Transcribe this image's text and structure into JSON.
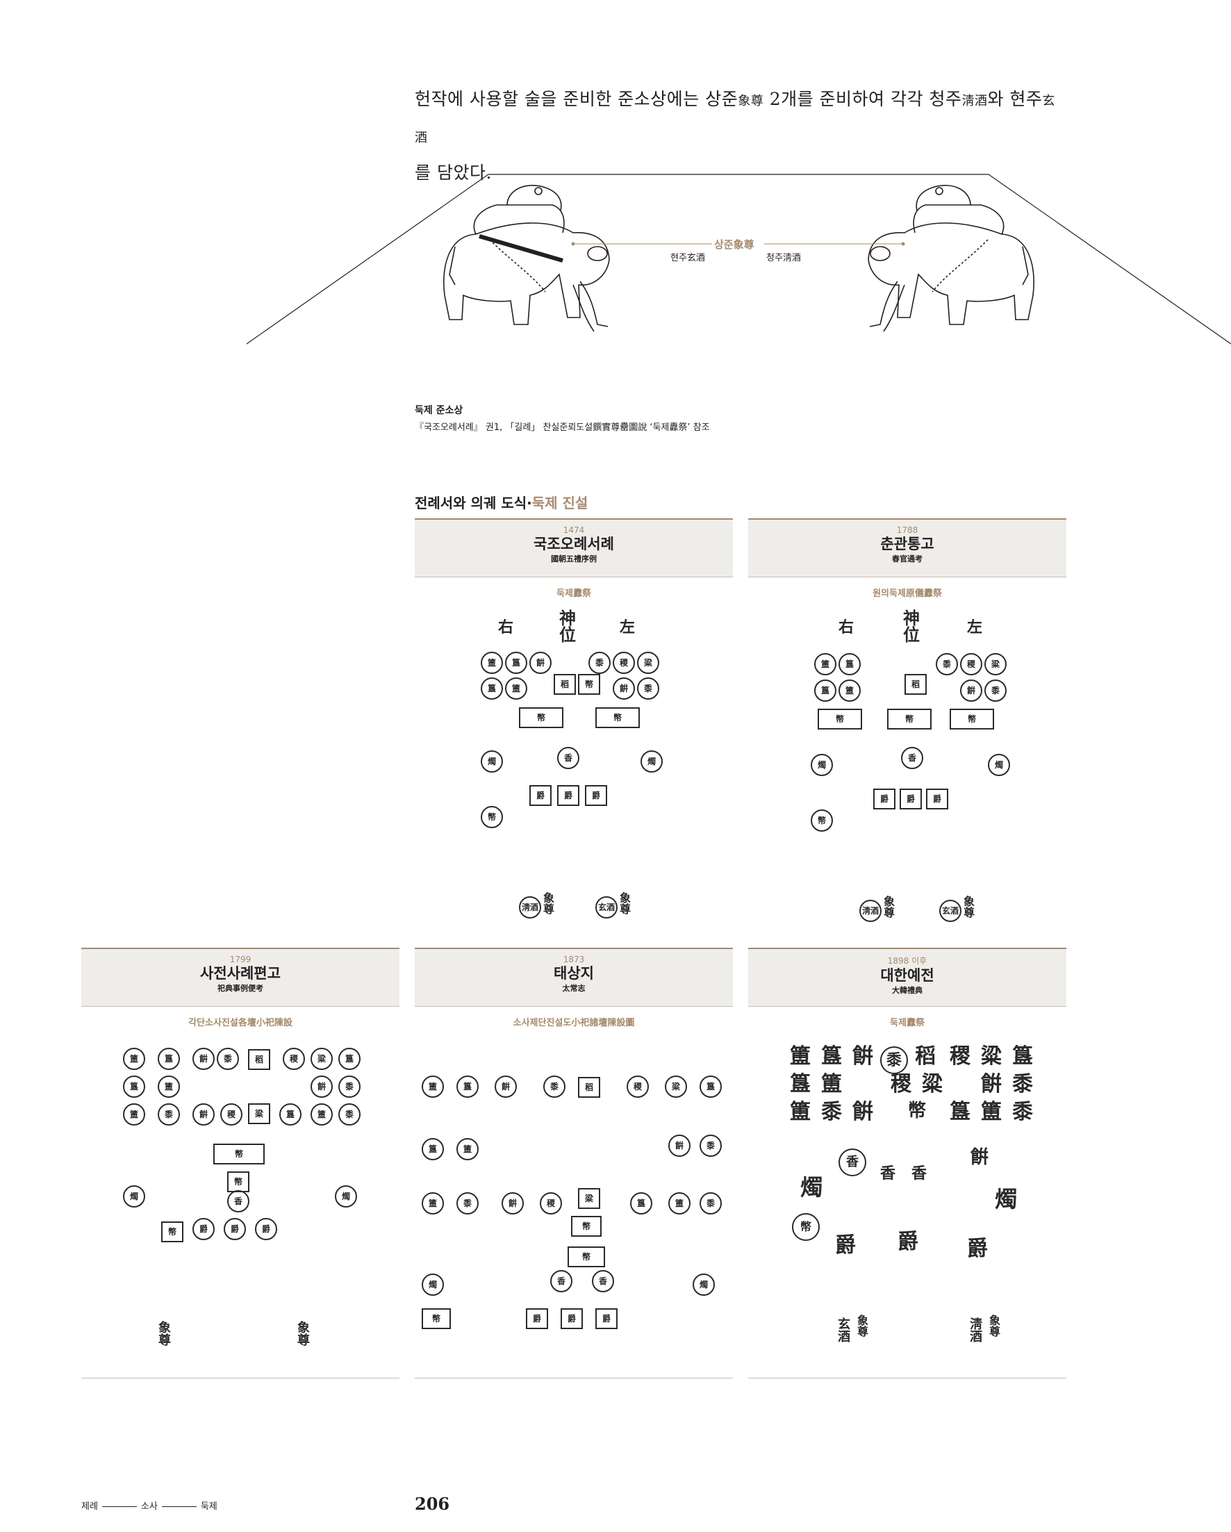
{
  "intro": {
    "line1_a": "헌작에 사용할 술을 준비한 준소상에는 상준",
    "line1_h1": "象尊",
    "line1_b": " 2개를 준비하여 각각 청주",
    "line1_h2": "淸酒",
    "line1_c": "와 현주",
    "line1_h3": "玄酒",
    "line2": "를 담았다."
  },
  "figure": {
    "main_label": "상준象尊",
    "left_label": "현주玄酒",
    "right_label": "청주淸酒"
  },
  "caption": {
    "title": "둑제 준소상",
    "source": "『국조오례서례』 권1, 「길례」 찬실준뢰도설饌實尊罍圖說 ‘둑제纛祭’ 참조"
  },
  "section": {
    "title": "전례서와 의궤 도식·",
    "accent": "둑제 진설"
  },
  "panels": [
    {
      "year": "1474",
      "name": "국조오례서례",
      "hanja": "國朝五禮序例",
      "sub": "둑제纛祭"
    },
    {
      "year": "1788",
      "name": "춘관통고",
      "hanja": "春官通考",
      "sub": "원의둑제原儀纛祭"
    },
    {
      "year": "1799",
      "name": "사전사례편고",
      "hanja": "祀典事例便考",
      "sub": "각단소사진설各壇小祀陳設"
    },
    {
      "year": "1873",
      "name": "태상지",
      "hanja": "太常志",
      "sub": "소사제단진설도小祀諸壇陳設圖"
    },
    {
      "year": "1898 이후",
      "name": "대한예전",
      "hanja": "大韓禮典",
      "sub": "둑제纛祭"
    }
  ],
  "glyphs": {
    "shinwi": "神位",
    "jwa": "左",
    "u": "右",
    "chok": "燭",
    "jak": "爵",
    "byeong": "餠",
    "do": "稻",
    "jik": "稷",
    "ryang": "粱",
    "hyang": "香",
    "sangjun": "象尊",
    "cheongju": "淸酒",
    "hyeonju": "玄酒",
    "pye": "幣",
    "seo": "黍",
    "bu": "簠",
    "gwe": "簋"
  },
  "footer": {
    "c1": "제례",
    "c2": "소사",
    "c3": "둑제",
    "page": "206"
  }
}
